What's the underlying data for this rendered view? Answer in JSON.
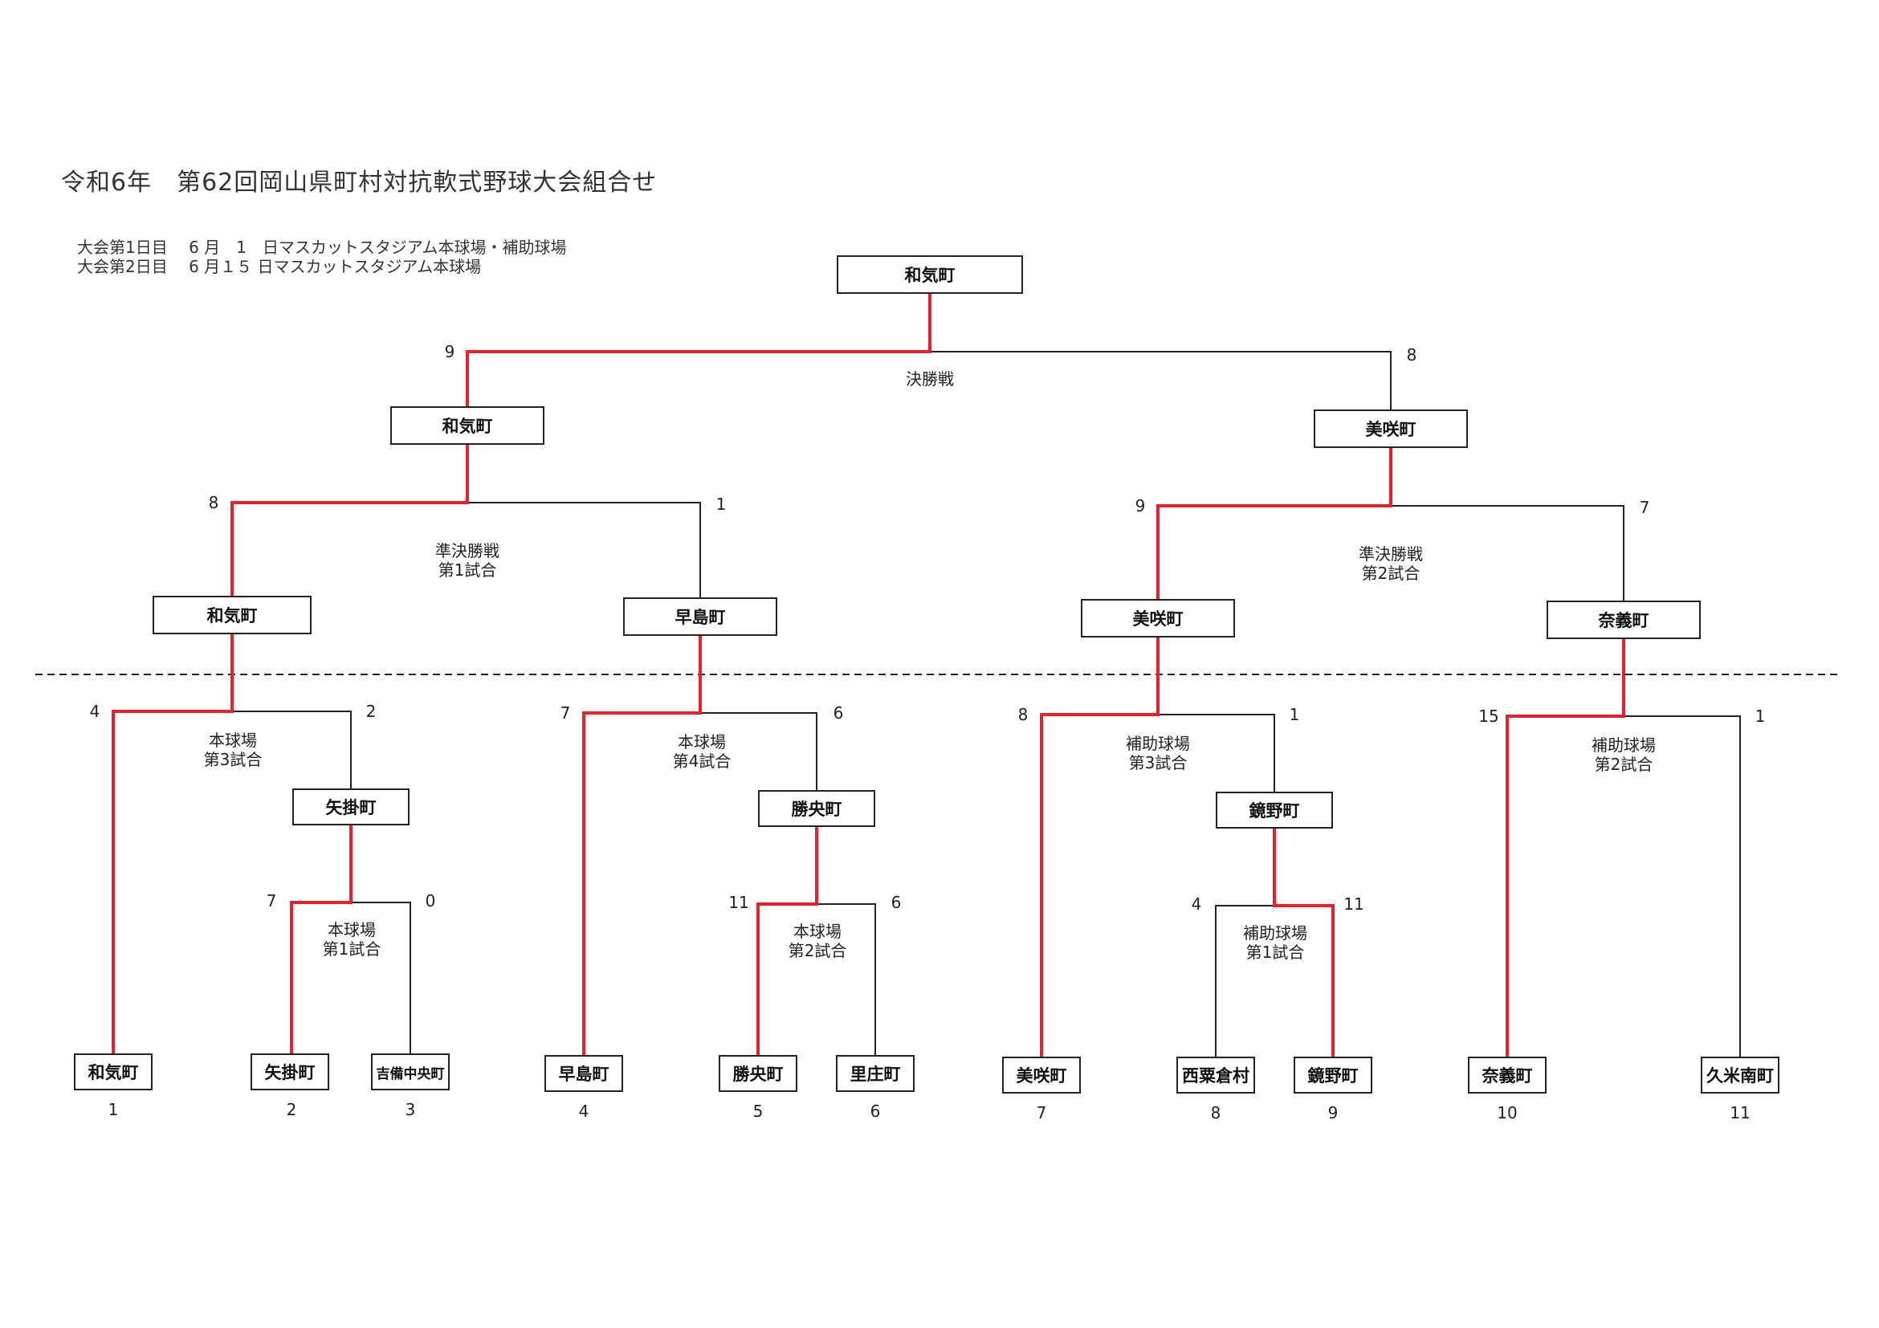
{
  "title": "令和6年　第62回岡山県町村対抗軟式野球大会組合せ",
  "schedule": [
    "大会第1日目　 6 月　1　日マスカットスタジアム本球場・補助球場",
    "大会第2日目　 6 月１５ 日マスカットスタジアム本球場"
  ],
  "teams": {
    "t1": "和気町",
    "t2": "矢掛町",
    "t3": "吉備中央町",
    "t4": "早島町",
    "t5": "勝央町",
    "t6": "里庄町",
    "t7": "美咲町",
    "t8": "西粟倉村",
    "t9": "鏡野町",
    "t10": "奈義町",
    "t11": "久米南町",
    "r1a": "矢掛町",
    "r1b": "勝央町",
    "r1c": "鏡野町",
    "qf1": "和気町",
    "qf2": "早島町",
    "qf3": "美咲町",
    "qf4": "奈義町",
    "sf1": "和気町",
    "sf2": "美咲町",
    "champion": "和気町"
  },
  "seeds": {
    "s1": "1",
    "s2": "2",
    "s3": "3",
    "s4": "4",
    "s5": "5",
    "s6": "6",
    "s7": "7",
    "s8": "8",
    "s9": "9",
    "s10": "10",
    "s11": "11"
  },
  "scores": {
    "m1l": "7",
    "m1r": "0",
    "m2l": "11",
    "m2r": "6",
    "m3l": "4",
    "m3r": "11",
    "q1l": "4",
    "q1r": "2",
    "q2l": "7",
    "q2r": "6",
    "q3l": "8",
    "q3r": "1",
    "q4l": "15",
    "q4r": "1",
    "s1l": "8",
    "s1r": "1",
    "s2l": "9",
    "s2r": "7",
    "fl": "9",
    "fr": "8"
  },
  "labels": {
    "m1": [
      "本球場",
      "第1試合"
    ],
    "m2": [
      "本球場",
      "第2試合"
    ],
    "m3": [
      "補助球場",
      "第1試合"
    ],
    "q1": [
      "本球場",
      "第3試合"
    ],
    "q2": [
      "本球場",
      "第4試合"
    ],
    "q3": [
      "補助球場",
      "第3試合"
    ],
    "q4": [
      "補助球場",
      "第2試合"
    ],
    "s1": [
      "準決勝戦",
      "第1試合"
    ],
    "s2": [
      "準決勝戦",
      "第2試合"
    ],
    "f": [
      "決勝戦"
    ]
  },
  "colors": {
    "winner": "#e8222b",
    "line": "#222222"
  }
}
